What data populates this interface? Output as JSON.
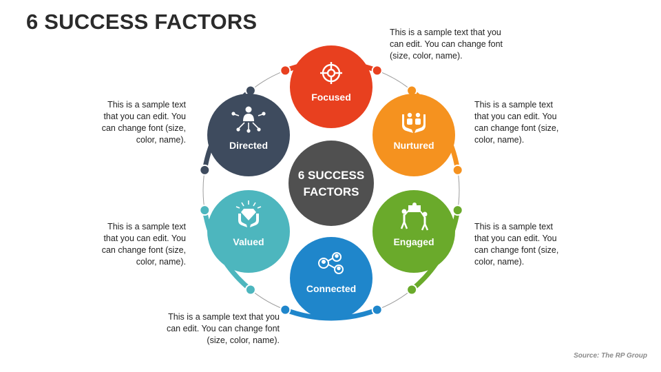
{
  "title": "6 SUCCESS FACTORS",
  "center": {
    "line1": "6 SUCCESS",
    "line2": "FACTORS",
    "color": "#505050"
  },
  "factors": [
    {
      "label": "Focused",
      "color": "#E8401F",
      "icon": "target-icon",
      "text": "This is a sample text that you can edit. You can change font (size, color, name)."
    },
    {
      "label": "Nurtured",
      "color": "#F5921F",
      "icon": "hands-people-icon",
      "text": "This is a sample text that you can edit. You can change font (size, color, name)."
    },
    {
      "label": "Engaged",
      "color": "#6AAA2B",
      "icon": "puzzle-people-icon",
      "text": "This is a sample text that you can edit. You can change font (size, color, name)."
    },
    {
      "label": "Connected",
      "color": "#1F86CB",
      "icon": "network-people-icon",
      "text": "This is a sample text that you can edit. You can change font (size, color, name)."
    },
    {
      "label": "Valued",
      "color": "#4DB6BE",
      "icon": "diamond-hands-icon",
      "text": "This is a sample text that you can edit. You can change font (size, color, name)."
    },
    {
      "label": "Directed",
      "color": "#3E4B5E",
      "icon": "person-network-icon",
      "text": "This is a sample text that you can edit. You can change font (size, color, name)."
    }
  ],
  "source": "Source: The RP Group"
}
